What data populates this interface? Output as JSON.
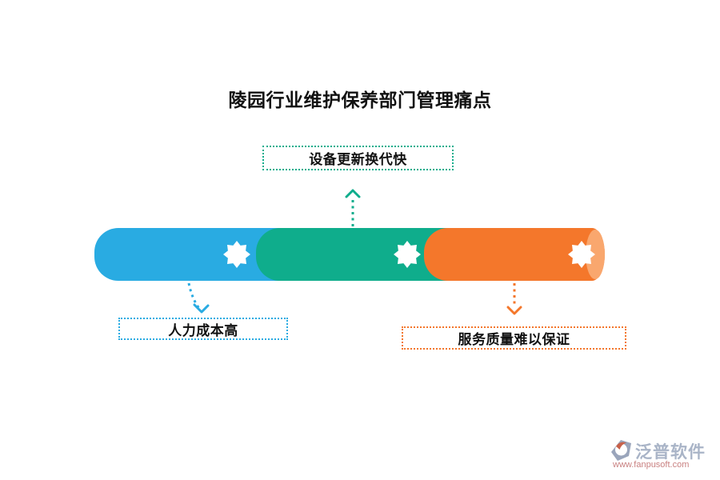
{
  "title": "陵园行业维护保养部门管理痛点",
  "callouts": {
    "top": {
      "label": "设备更新换代快"
    },
    "left": {
      "label": "人力成本高"
    },
    "right": {
      "label": "服务质量难以保证"
    }
  },
  "bar": {
    "segments": [
      {
        "position": "left",
        "color": "#29abe2",
        "icon": "eight-point-star"
      },
      {
        "position": "middle",
        "color": "#0fad8c",
        "icon": "eight-point-star"
      },
      {
        "position": "right",
        "color": "#f4772b",
        "icon": "eight-point-star"
      }
    ]
  },
  "colors": {
    "blue": "#29abe2",
    "green": "#0fad8c",
    "orange": "#f4772b",
    "orange_cap": "#f9a76e",
    "star": "#ffffff",
    "title_text": "#111111",
    "label_text": "#111111",
    "brand_text": "#a9b4c7",
    "url_text": "#c98181",
    "icon_gray": "#9aa5bb",
    "icon_red": "#c8614a"
  },
  "watermark": {
    "brand": "泛普软件",
    "url": "www.fanpusoft.com"
  }
}
